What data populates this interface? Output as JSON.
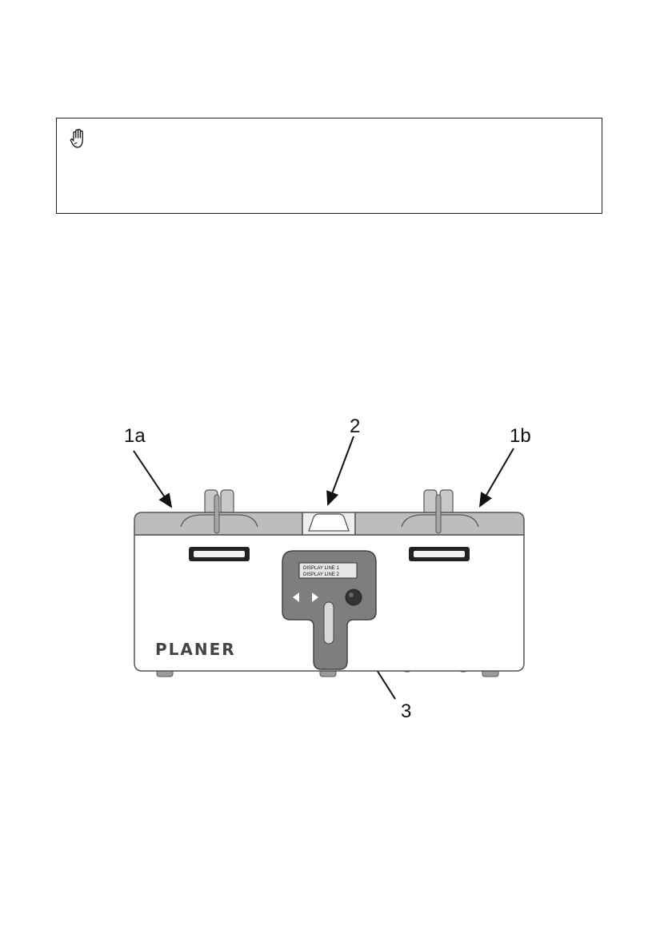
{
  "notice": {
    "icon": "caution-hand-icon"
  },
  "figure": {
    "callouts": {
      "lid_left": "1a",
      "lid_center": "2",
      "lid_right": "1b",
      "control_panel": "3"
    },
    "display": {
      "line1": "DISPLAY LINE 1",
      "line2": "DISPLAY LINE 2"
    },
    "brand": "PLANER",
    "colors": {
      "lid": "#bdbdbd",
      "body": "#ffffff",
      "panel": "#7e7e7e",
      "outline": "#555555"
    }
  }
}
